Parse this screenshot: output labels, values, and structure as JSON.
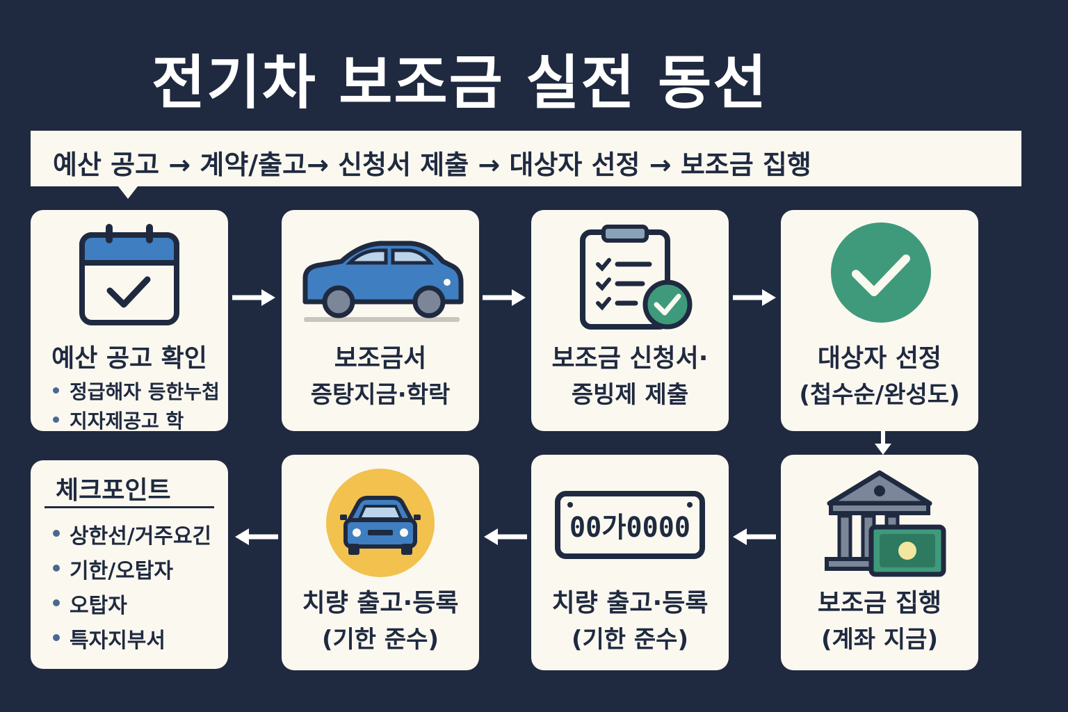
{
  "title": "전기차 보조금 실전 동선",
  "flow_summary": "예산 공고 → 계약/출고→ 신청서 제출 → 대상자 선정 → 보조금 집행",
  "steps": [
    {
      "icon": "calendar-check-icon",
      "line1": "예산 공고 확인",
      "bullets": [
        "정급해자 등한누첩",
        "지자제공고 학"
      ]
    },
    {
      "icon": "car-icon",
      "line1": "보조금서",
      "line2": "증탕지금·학락"
    },
    {
      "icon": "clipboard-checklist-icon",
      "line1": "보조금 신청서·",
      "line2": "증빙제 제출"
    },
    {
      "icon": "check-circle-icon",
      "line1": "대상자 선정",
      "line2": "(첩수순/완성도)"
    },
    {
      "icon": "bank-money-icon",
      "line1": "보조금 집행",
      "line2": "(계좌 지금)"
    },
    {
      "icon": "license-plate-icon",
      "plate": "00가0000",
      "line1": "치량 출고·등록",
      "line2": "(기한 준수)"
    },
    {
      "icon": "car-front-icon",
      "line1": "치량 출고·등록",
      "line2": "(기한 준수)"
    }
  ],
  "checkpoint": {
    "title": "체크포인트",
    "items": [
      "상한선/거주요긴",
      "기한/오탑자",
      "오탑자",
      "특자지부서"
    ]
  },
  "colors": {
    "background": "#1f2a40",
    "card": "#fbf8f0",
    "blue": "#3f7fc1",
    "green": "#3f9a7c",
    "yellow": "#f2c14e",
    "gray": "#7b8798"
  }
}
